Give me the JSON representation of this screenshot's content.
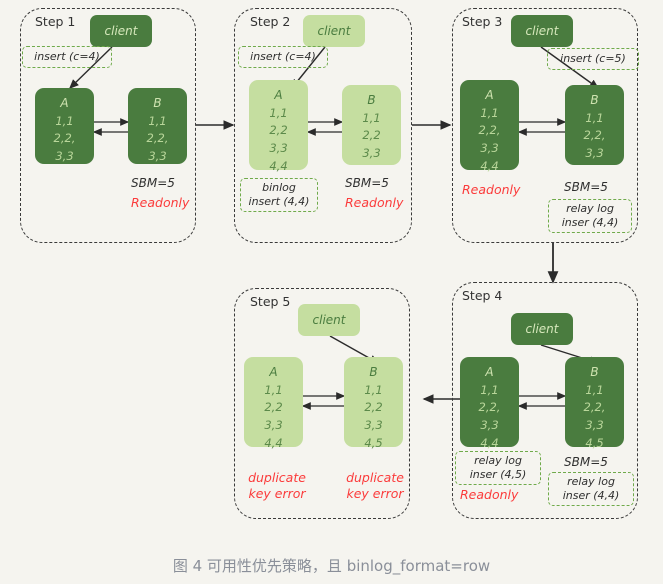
{
  "figure": {
    "caption": "图 4 可用性优先策略，且 binlog_format=row",
    "background_color": "#f5f4ef",
    "dark_green": "#4a7c3f",
    "light_green": "#c5dea0",
    "error_red": "#fb3b3b",
    "dash_green": "#6faa4a"
  },
  "steps": [
    {
      "title": "Step 1",
      "client": {
        "label": "client",
        "shade": "dark"
      },
      "query_tag": {
        "lines": [
          "insert (c=4)"
        ]
      },
      "nodes": [
        {
          "name": "A",
          "shade": "dark",
          "rows": [
            "1,1",
            "2,2,",
            "3,3"
          ]
        },
        {
          "name": "B",
          "shade": "dark",
          "rows": [
            "1,1",
            "2,2,",
            "3,3"
          ]
        }
      ],
      "sbm": "SBM=5",
      "status": "Readonly"
    },
    {
      "title": "Step 2",
      "client": {
        "label": "client",
        "shade": "light"
      },
      "query_tag": {
        "lines": [
          "insert (c=4)"
        ]
      },
      "nodes": [
        {
          "name": "A",
          "shade": "light",
          "rows": [
            "1,1",
            "2,2",
            "3,3",
            "4,4"
          ]
        },
        {
          "name": "B",
          "shade": "light",
          "rows": [
            "1,1",
            "2,2",
            "3,3"
          ]
        }
      ],
      "binlog_tag": {
        "lines": [
          "binlog",
          "insert (4,4)"
        ]
      },
      "sbm": "SBM=5",
      "status": "Readonly"
    },
    {
      "title": "Step 3",
      "client": {
        "label": "client",
        "shade": "dark"
      },
      "query_tag": {
        "lines": [
          "insert (c=5)"
        ]
      },
      "nodes": [
        {
          "name": "A",
          "shade": "dark",
          "rows": [
            "1,1",
            "2,2,",
            "3,3",
            "4,4"
          ]
        },
        {
          "name": "B",
          "shade": "dark",
          "rows": [
            "1,1",
            "2,2,",
            "3,3"
          ]
        }
      ],
      "status": "Readonly",
      "sbm": "SBM=5",
      "relay_tag_b": {
        "lines": [
          "relay log",
          "inser (4,4)"
        ]
      }
    },
    {
      "title": "Step 4",
      "client": {
        "label": "client",
        "shade": "dark"
      },
      "nodes": [
        {
          "name": "A",
          "shade": "dark",
          "rows": [
            "1,1",
            "2,2,",
            "3,3",
            "4,4"
          ]
        },
        {
          "name": "B",
          "shade": "dark",
          "rows": [
            "1,1",
            "2,2,",
            "3,3",
            "4,5"
          ]
        }
      ],
      "relay_tag_a": {
        "lines": [
          "relay log",
          "inser (4,5)"
        ]
      },
      "status": "Readonly",
      "sbm": "SBM=5",
      "relay_tag_b": {
        "lines": [
          "relay log",
          "inser (4,4)"
        ]
      }
    },
    {
      "title": "Step 5",
      "client": {
        "label": "client",
        "shade": "light"
      },
      "nodes": [
        {
          "name": "A",
          "shade": "light",
          "rows": [
            "1,1",
            "2,2",
            "3,3",
            "4,4"
          ]
        },
        {
          "name": "B",
          "shade": "light",
          "rows": [
            "1,1",
            "2,2",
            "3,3",
            "4,5"
          ]
        }
      ],
      "error_a": "duplicate\nkey error",
      "error_b": "duplicate\nkey error",
      "error_a_l1": "duplicate",
      "error_a_l2": "key error",
      "error_b_l1": "duplicate",
      "error_b_l2": "key error"
    }
  ]
}
